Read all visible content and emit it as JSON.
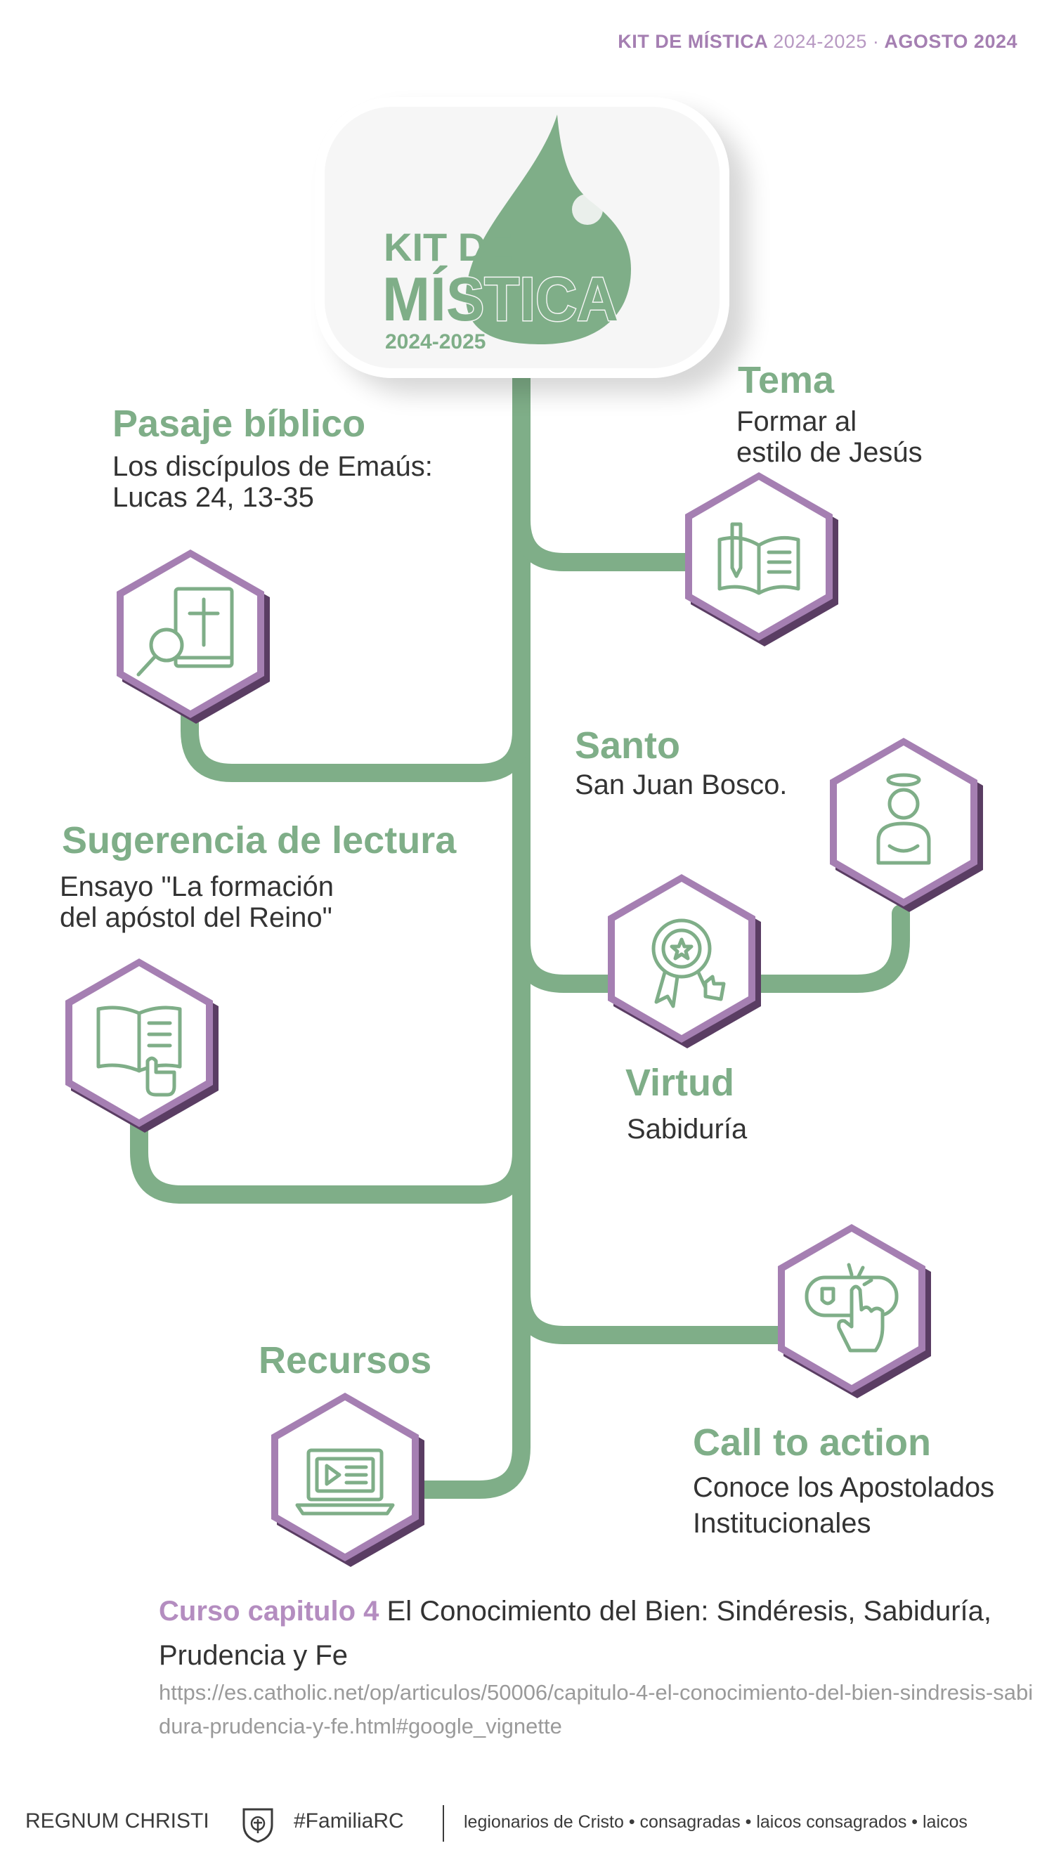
{
  "header": {
    "title": "KIT DE MÍSTICA",
    "years": "2024-2025 ·",
    "month": "AGOSTO 2024"
  },
  "logo": {
    "line1": "KIT DE",
    "line2": "MÍSTICA",
    "years": "2024-2025",
    "color": "#7fae88"
  },
  "nodes": {
    "pasaje": {
      "title": "Pasaje bíblico",
      "lines": [
        "Los discípulos de Emaús:",
        "Lucas 24, 13-35"
      ],
      "icon": "bible-magnifier-icon"
    },
    "tema": {
      "title": "Tema",
      "lines": [
        "Formar al",
        "estilo de Jesús"
      ],
      "icon": "open-book-pencil-icon"
    },
    "santo": {
      "title": "Santo",
      "lines": [
        "San Juan Bosco."
      ],
      "icon": "saint-halo-icon"
    },
    "sugerencia": {
      "title": "Sugerencia de lectura",
      "lines": [
        "Ensayo \"La formación",
        "del apóstol del Reino\""
      ],
      "icon": "reading-book-hand-icon"
    },
    "virtud": {
      "title": "Virtud",
      "lines": [
        "Sabiduría"
      ],
      "icon": "award-badge-thumbs-up-icon"
    },
    "recursos": {
      "title": "Recursos",
      "icon": "laptop-video-icon"
    },
    "call": {
      "title": "Call to action",
      "lines": [
        "Conoce los Apostolados",
        "Institucionales"
      ],
      "icon": "click-button-hand-icon"
    }
  },
  "course": {
    "title": "Curso capitulo 4",
    "text": "El Conocimiento del Bien: Sindéresis, Sabiduría, Prudencia y Fe",
    "url": "https://es.catholic.net/op/articulos/50006/capitulo-4-el-conocimiento-del-bien-sindresis-sabidura-prudencia-y-fe.html#google_vignette"
  },
  "footer": {
    "brand": "REGNUM CHRISTI",
    "hashtag": "#FamiliaRC",
    "tagline": "legionarios de Cristo • consagradas • laicos consagrados • laicos"
  },
  "colors": {
    "green": "#7fae88",
    "purple": "#a57fb2",
    "purple_dark": "#5a3d63"
  }
}
